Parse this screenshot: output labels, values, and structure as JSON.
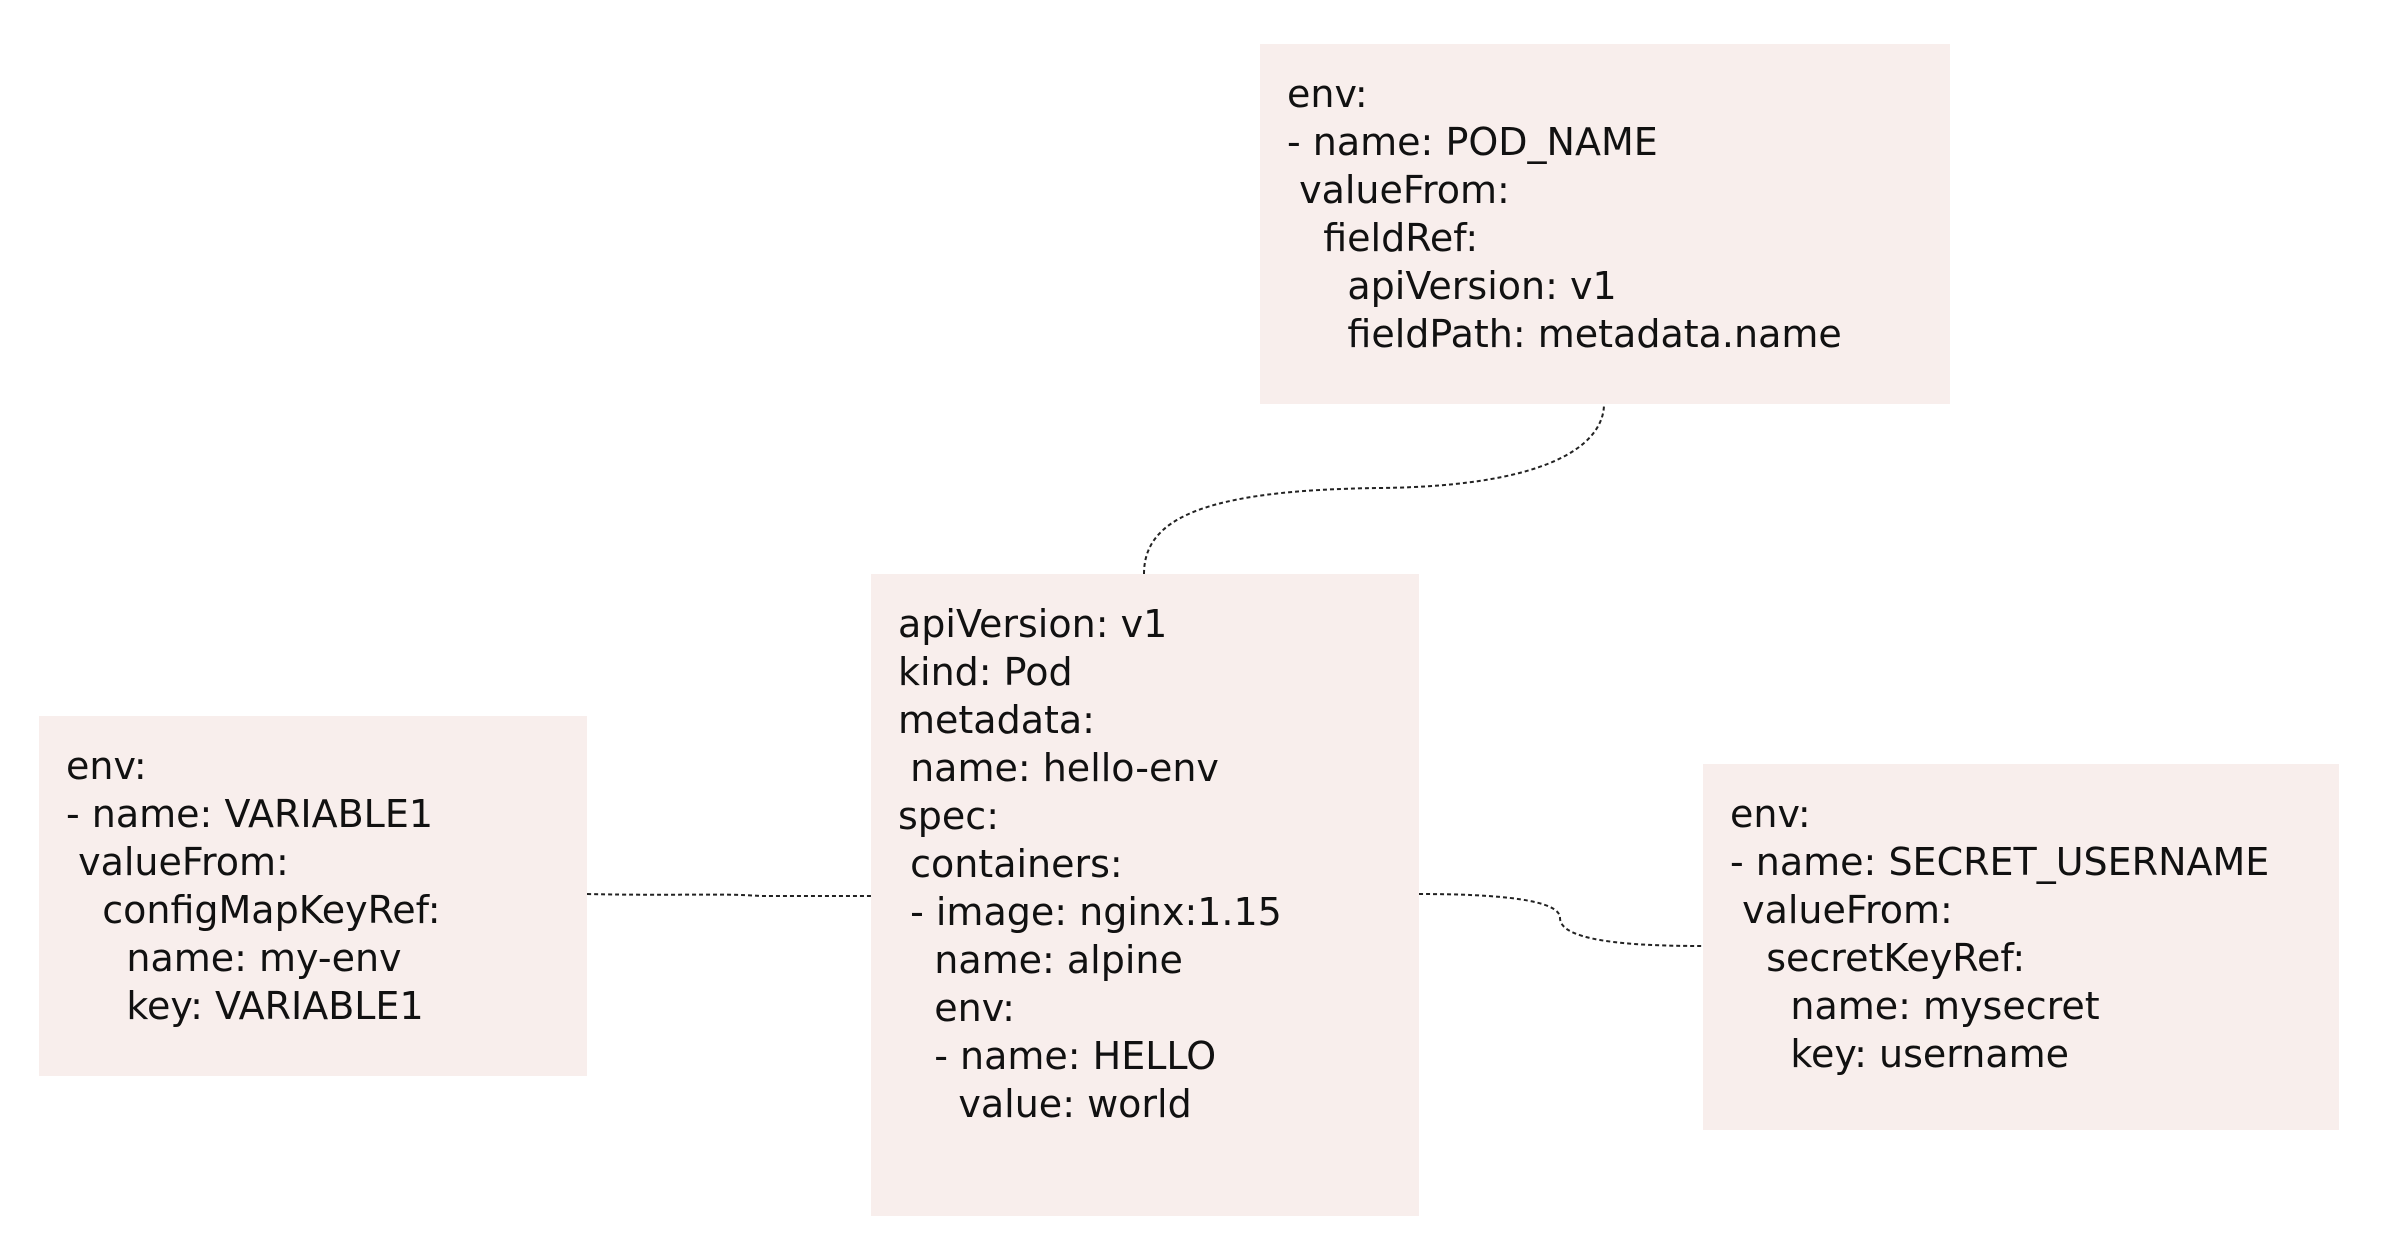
{
  "colors": {
    "box_fill": "#f8eeec",
    "text": "#111111",
    "connector": "#222222"
  },
  "boxes": {
    "pod_name_env": {
      "lines": [
        "env:",
        "- name: POD_NAME",
        " valueFrom:",
        "   fieldRef:",
        "     apiVersion: v1",
        "     fieldPath: metadata.name"
      ]
    },
    "pod_spec": {
      "lines": [
        "apiVersion: v1",
        "kind: Pod",
        "metadata:",
        " name: hello-env",
        "spec:",
        " containers:",
        " - image: nginx:1.15",
        "   name: alpine",
        "   env:",
        "   - name: HELLO",
        "     value: world"
      ]
    },
    "configmap_env": {
      "lines": [
        "env:",
        "- name: VARIABLE1",
        " valueFrom:",
        "   configMapKeyRef:",
        "     name: my-env",
        "     key: VARIABLE1"
      ]
    },
    "secret_env": {
      "lines": [
        "env:",
        "- name: SECRET_USERNAME",
        " valueFrom:",
        "   secretKeyRef:",
        "     name: mysecret",
        "     key: username"
      ]
    }
  }
}
